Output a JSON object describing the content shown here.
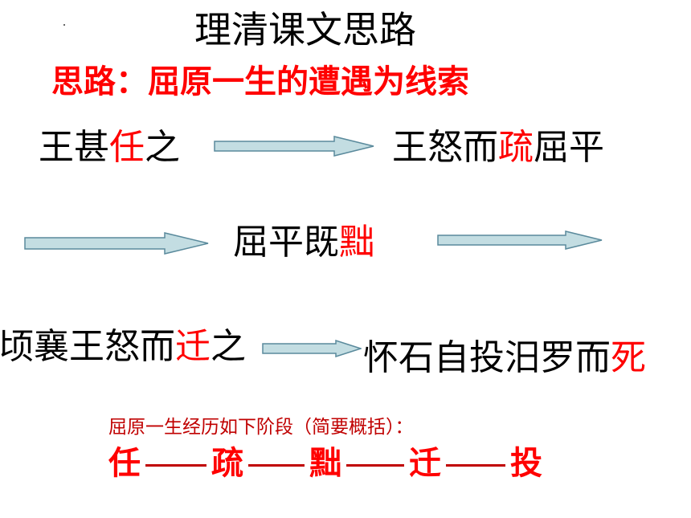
{
  "slide": {
    "title": "理清课文思路",
    "subtitle": "思路：屈原一生的遭遇为线索",
    "step1": {
      "before": "王甚",
      "key": "任",
      "after": "之"
    },
    "step2": {
      "before": "王怒而",
      "key": "疏",
      "after": "屈平"
    },
    "step3": {
      "before": "屈平既",
      "key": "黜",
      "after": ""
    },
    "step4": {
      "before": "顷襄王怒而",
      "key": "迁",
      "after": "之"
    },
    "step5": {
      "before": "怀石自投汨罗而",
      "key": "死",
      "after": ""
    },
    "summary_intro": "屈原一生经历如下阶段（简要概括）：",
    "stages": [
      "任",
      "疏",
      "黜",
      "迁",
      "投"
    ],
    "colors": {
      "accent": "#ff0000",
      "dark_red": "#c00000",
      "arrow_fill": "#c3dde2",
      "arrow_stroke": "#5a8a9c"
    }
  }
}
